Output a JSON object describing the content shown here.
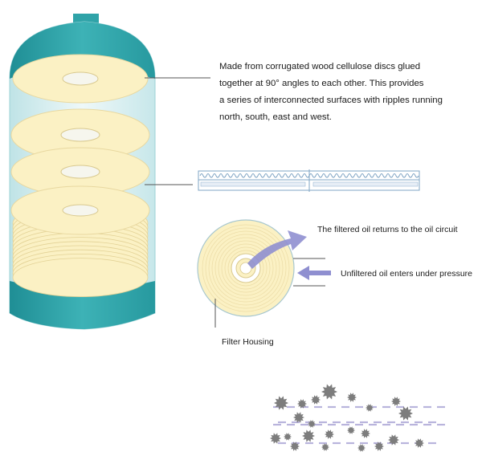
{
  "description": {
    "lines": [
      "Made from corrugated wood cellulose discs glued",
      "together at 90° angles to each other. This provides",
      "a series of interconnected surfaces with ripples running",
      "north, south, east and west."
    ]
  },
  "labels": {
    "filtered_oil": "The filtered oil returns to the oil circuit",
    "unfiltered_oil": "Unfiltered oil enters under pressure",
    "filter_housing": "Filter Housing"
  },
  "colors": {
    "housing_teal": "#2fa3a8",
    "housing_light": "#d6eef0",
    "disc_cream": "#fbf1c4",
    "disc_stroke": "#e8d8a0",
    "arrow_purple": "#8f8fd0",
    "particle_gray": "#7d7d7d",
    "fiber_lavender": "#b9b4dc"
  }
}
